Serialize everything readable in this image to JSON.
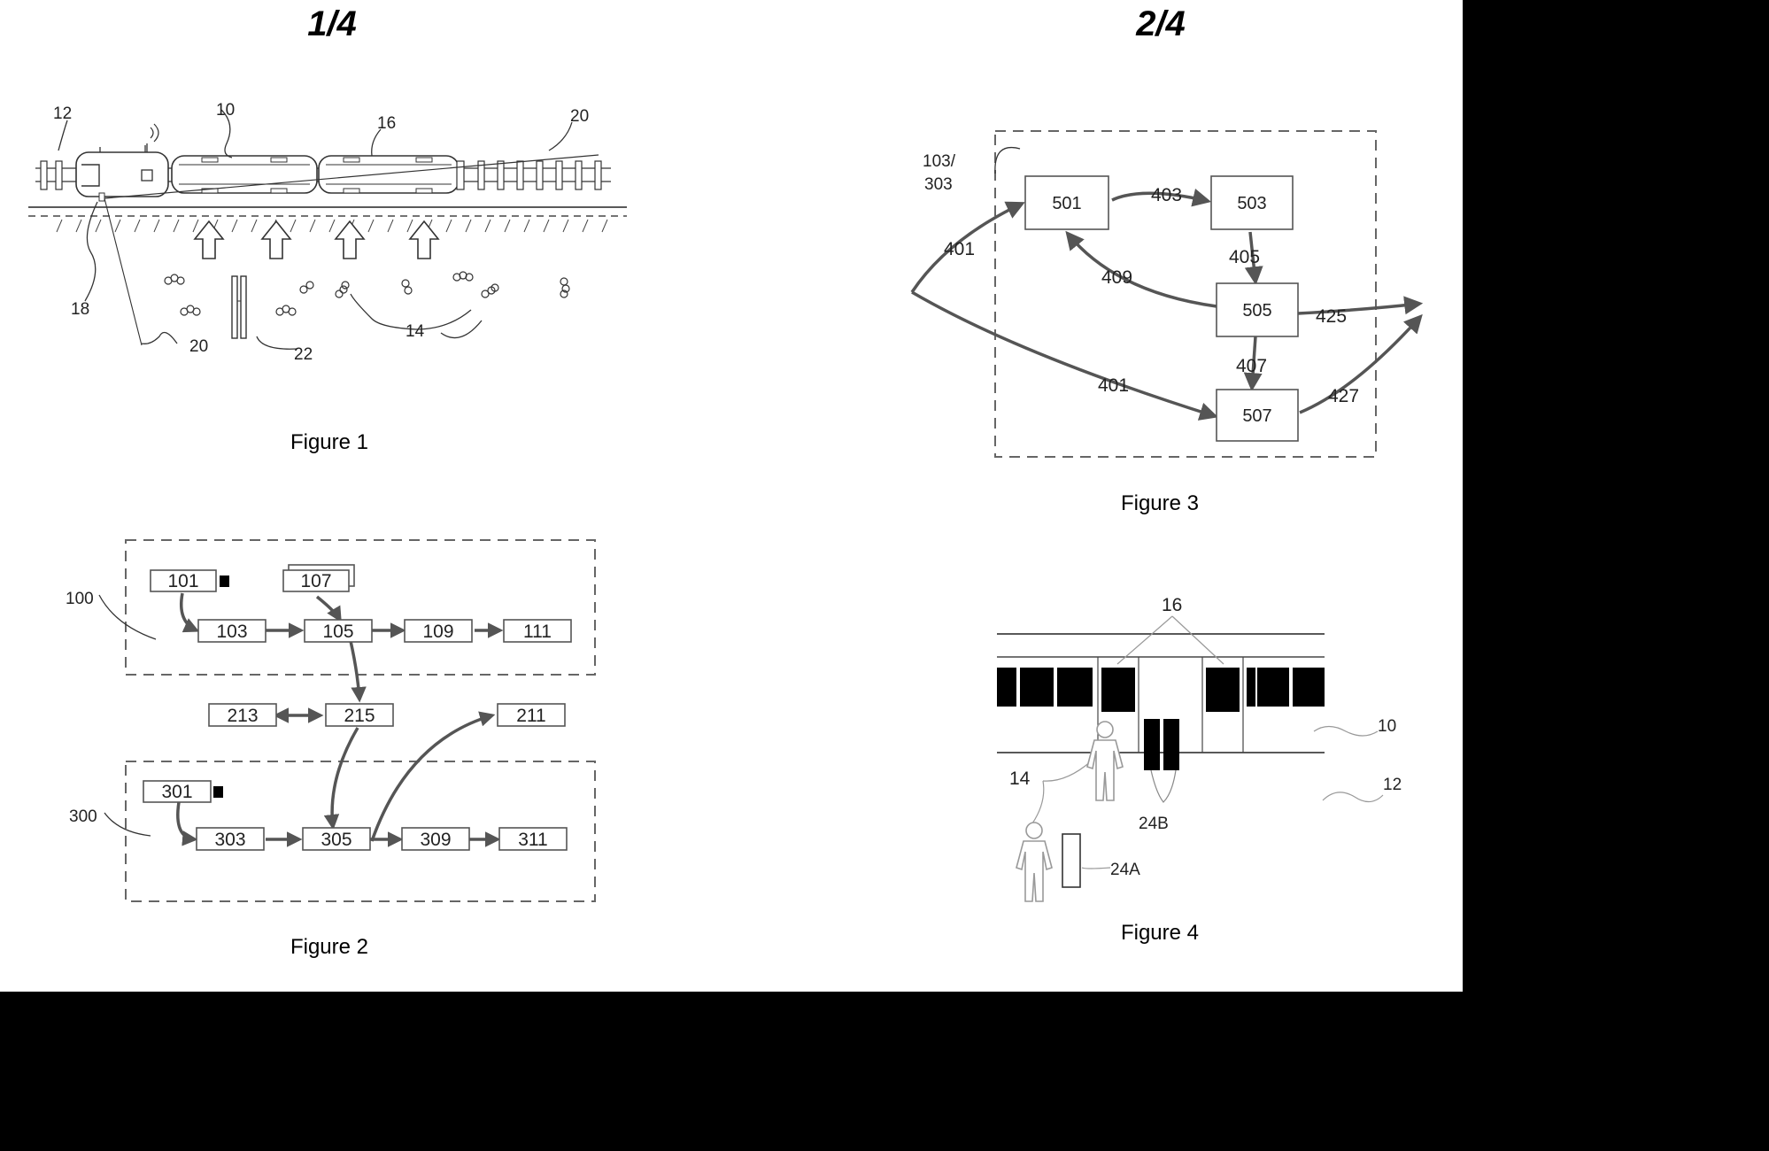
{
  "pages": {
    "left": "1/4",
    "right": "2/4"
  },
  "captions": {
    "fig1": "Figure 1",
    "fig2": "Figure 2",
    "fig3": "Figure 3",
    "fig4": "Figure 4"
  },
  "fig1": {
    "labels": {
      "l12": "12",
      "l10": "10",
      "l16": "16",
      "l20a": "20",
      "l18": "18",
      "l20b": "20",
      "l22": "22",
      "l14": "14"
    }
  },
  "fig2": {
    "labels": {
      "l100": "100",
      "l300": "300"
    },
    "boxes": {
      "b101": "101",
      "b107": "107",
      "b103": "103",
      "b105": "105",
      "b109": "109",
      "b111": "111",
      "b213": "213",
      "b215": "215",
      "b211": "211",
      "b301": "301",
      "b303": "303",
      "b305": "305",
      "b309": "309",
      "b311": "311"
    }
  },
  "fig3": {
    "labels": {
      "l103a": "103/",
      "l303": "303",
      "a401a": "401",
      "a403": "403",
      "a405": "405",
      "a409": "409",
      "a425": "425",
      "a407": "407",
      "a401b": "401",
      "a427": "427"
    },
    "boxes": {
      "b501": "501",
      "b503": "503",
      "b505": "505",
      "b507": "507"
    }
  },
  "fig4": {
    "labels": {
      "l16": "16",
      "l10": "10",
      "l12": "12",
      "l14": "14",
      "l24b": "24B",
      "l24a": "24A"
    }
  }
}
